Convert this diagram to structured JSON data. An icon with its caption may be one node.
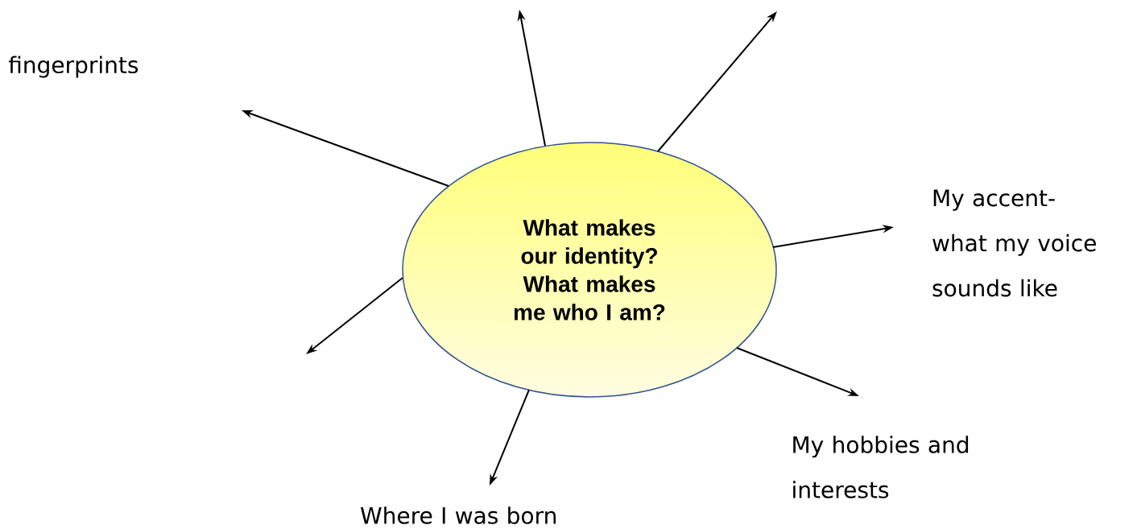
{
  "diagram": {
    "nodes": [
      {
        "text": [
          "What makes our identity? What makes me who I am?"
        ]
      },
      {
        "text": [
          "My accent- what my voice sounds like"
        ]
      },
      {
        "text": [
          "My hobbies and interests"
        ]
      },
      {
        "text": [
          "Where I was born"
        ]
      }
    ],
    "edges": [
      {
        "from": 0,
        "to": null,
        "arrow": "to"
      },
      {
        "from": 0,
        "to": null,
        "arrow": "to"
      },
      {
        "from": 0,
        "to": null,
        "arrow": "to"
      },
      {
        "from": 0,
        "to": 1,
        "arrow": "to"
      },
      {
        "from": 0,
        "to": null,
        "arrow": "to"
      },
      {
        "from": 0,
        "to": 2,
        "arrow": "to"
      },
      {
        "from": 0,
        "to": 3,
        "arrow": "to"
      }
    ],
    "labels": [
      "fingerprints"
    ]
  }
}
